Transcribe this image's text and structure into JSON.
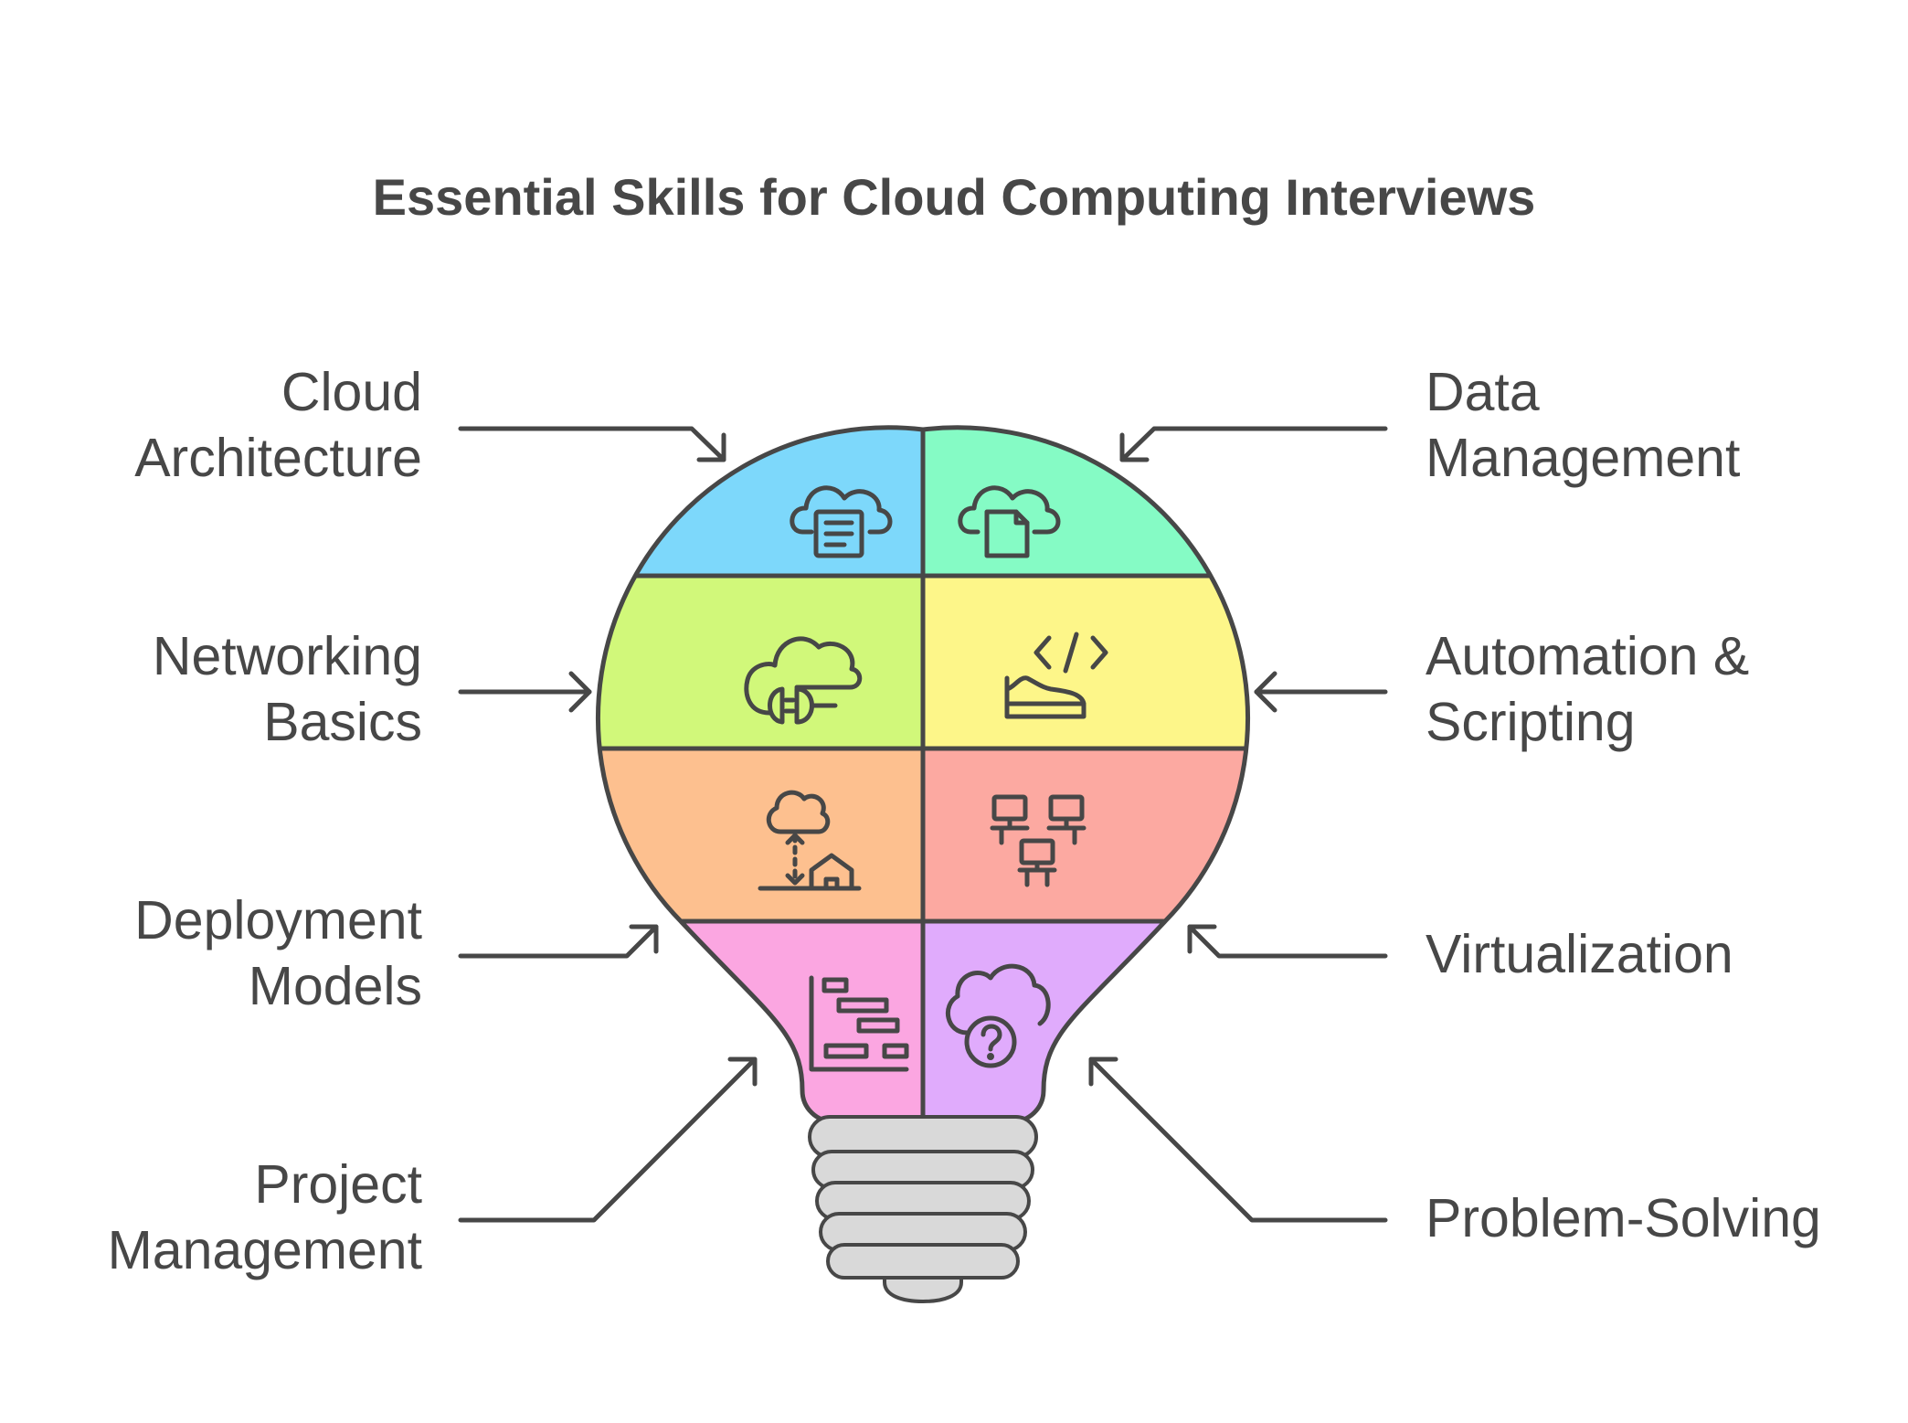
{
  "title": "Essential Skills for Cloud Computing Interviews",
  "skills": [
    {
      "id": "cloud-architecture",
      "lines": [
        "Cloud",
        "Architecture"
      ],
      "side": "left",
      "color": "#7dd8fb",
      "icon": "cloud-document-icon"
    },
    {
      "id": "data-management",
      "lines": [
        "Data",
        "Management"
      ],
      "side": "right",
      "color": "#85fbc5",
      "icon": "cloud-file-icon"
    },
    {
      "id": "networking-basics",
      "lines": [
        "Networking",
        "Basics"
      ],
      "side": "left",
      "color": "#d1f87a",
      "icon": "cloud-plug-icon"
    },
    {
      "id": "automation-scripting",
      "lines": [
        "Automation &",
        "Scripting"
      ],
      "side": "right",
      "color": "#fdf689",
      "icon": "code-shoe-icon"
    },
    {
      "id": "deployment-models",
      "lines": [
        "Deployment",
        "Models"
      ],
      "side": "left",
      "color": "#fdc08f",
      "icon": "cloud-home-icon"
    },
    {
      "id": "virtualization",
      "lines": [
        "Virtualization"
      ],
      "side": "right",
      "color": "#fca9a1",
      "icon": "networked-computers-icon"
    },
    {
      "id": "project-management",
      "lines": [
        "Project",
        "Management"
      ],
      "side": "left",
      "color": "#fba6e1",
      "icon": "gantt-chart-icon"
    },
    {
      "id": "problem-solving",
      "lines": [
        "Problem-Solving"
      ],
      "side": "right",
      "color": "#e0abfc",
      "icon": "cloud-question-icon"
    }
  ],
  "bulb": {
    "outline_color": "#474747",
    "base_color": "#d9d9d9"
  }
}
